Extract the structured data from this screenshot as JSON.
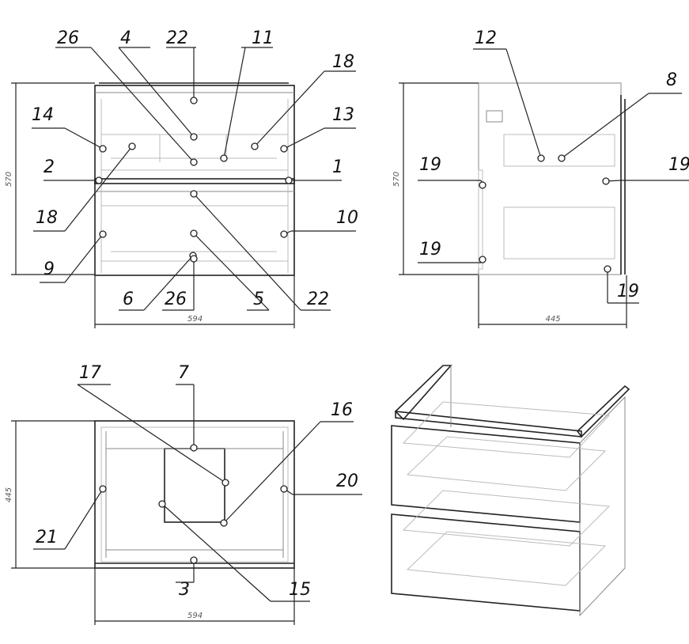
{
  "views": {
    "front": {
      "callouts": [
        "26",
        "4",
        "22",
        "11",
        "18",
        "14",
        "13",
        "2",
        "1",
        "18",
        "10",
        "9",
        "6",
        "26",
        "5",
        "22"
      ],
      "dims": {
        "height": "570",
        "width": "594"
      }
    },
    "side": {
      "callouts": [
        "12",
        "8",
        "19",
        "19",
        "19",
        "19"
      ],
      "dims": {
        "height": "570",
        "width": "445"
      }
    },
    "top": {
      "callouts": [
        "17",
        "7",
        "16",
        "20",
        "21",
        "3",
        "15"
      ],
      "dims": {
        "height": "445",
        "width": "594"
      }
    }
  }
}
